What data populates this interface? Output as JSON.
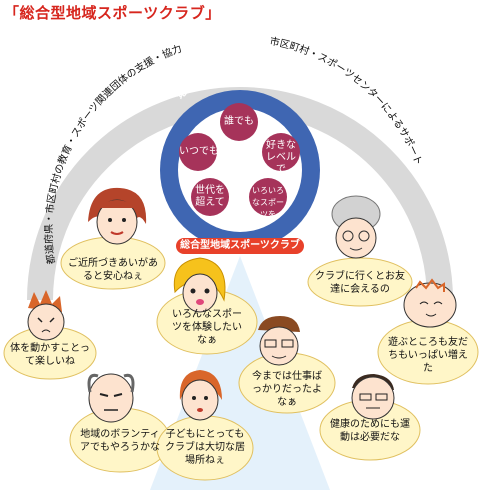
{
  "title": "「総合型地域スポーツクラブ」",
  "arc_left_text": "都道府県・市区町村の教育・スポーツ関連団体の支援・協力",
  "arc_right_text": "市区町村・スポーツセンターによるサポート",
  "center": {
    "arc_title": "地域住民による自主運営",
    "values": [
      "誰でも",
      "いつでも",
      "好きなレベルで",
      "世代を超えて",
      "いろいろなスポーツを"
    ],
    "badge": "総合型地域スポーツクラブ"
  },
  "speech": [
    {
      "text": "ご近所づきあいがあると安心ねぇ"
    },
    {
      "text": "クラブに行くとお友達に会えるの"
    },
    {
      "text": "いろんなスポーツを体験したいなぁ"
    },
    {
      "text": "体を動かすことって楽しいね"
    },
    {
      "text": "遊ぶところも友だちもいっぱい増えた"
    },
    {
      "text": "今までは仕事ばっかりだったよなぁ"
    },
    {
      "text": "地域のボランティアでもやろうかな"
    },
    {
      "text": "子どもにとってもクラブは大切な居場所ねぇ"
    },
    {
      "text": "健康のためにも運動は必要だな"
    }
  ],
  "colors": {
    "title": "#d7261e",
    "blue_circle": "#3f66b2",
    "maroon": "#a6335a",
    "badge": "#e8412a",
    "bubble": "#fff6c8",
    "arc": "#dcdcdc"
  },
  "icons": [
    "woman-face-icon",
    "grandma-face-icon",
    "girl-face-icon",
    "boy-face-icon",
    "baby-face-icon",
    "man-glasses-face-icon",
    "old-man-face-icon",
    "woman-child-face-icon",
    "man-face-icon"
  ]
}
